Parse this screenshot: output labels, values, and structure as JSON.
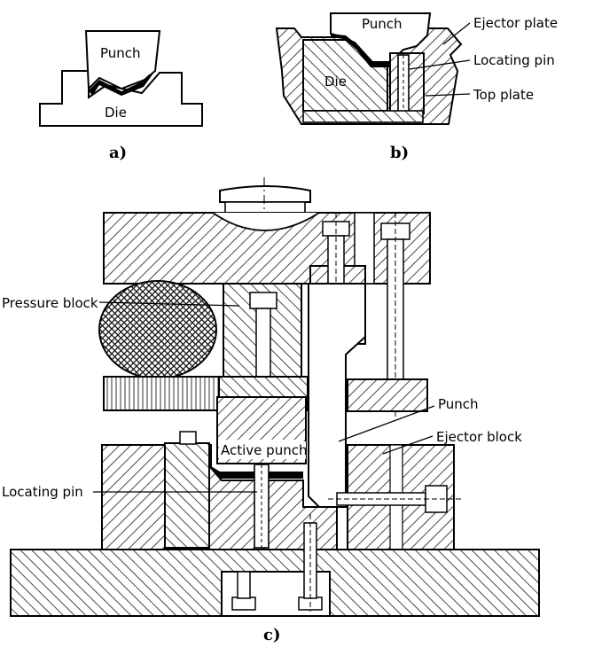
{
  "figure_a": {
    "caption": "a)",
    "labels": {
      "punch": "Punch",
      "die": "Die"
    }
  },
  "figure_b": {
    "caption": "b)",
    "labels": {
      "punch": "Punch",
      "die": "Die",
      "ejector_plate": "Ejector plate",
      "locating_pin": "Locating pin",
      "top_plate": "Top plate"
    }
  },
  "figure_c": {
    "caption": "c)",
    "labels": {
      "pressure_block": "Pressure block",
      "punch": "Punch",
      "ejector_block": "Ejector block",
      "active_punch": "Active punch",
      "locating_pin": "Locating pin"
    }
  },
  "colors": {
    "ink": "#000000",
    "paper": "#ffffff",
    "hatch": "#1a1a1a"
  }
}
